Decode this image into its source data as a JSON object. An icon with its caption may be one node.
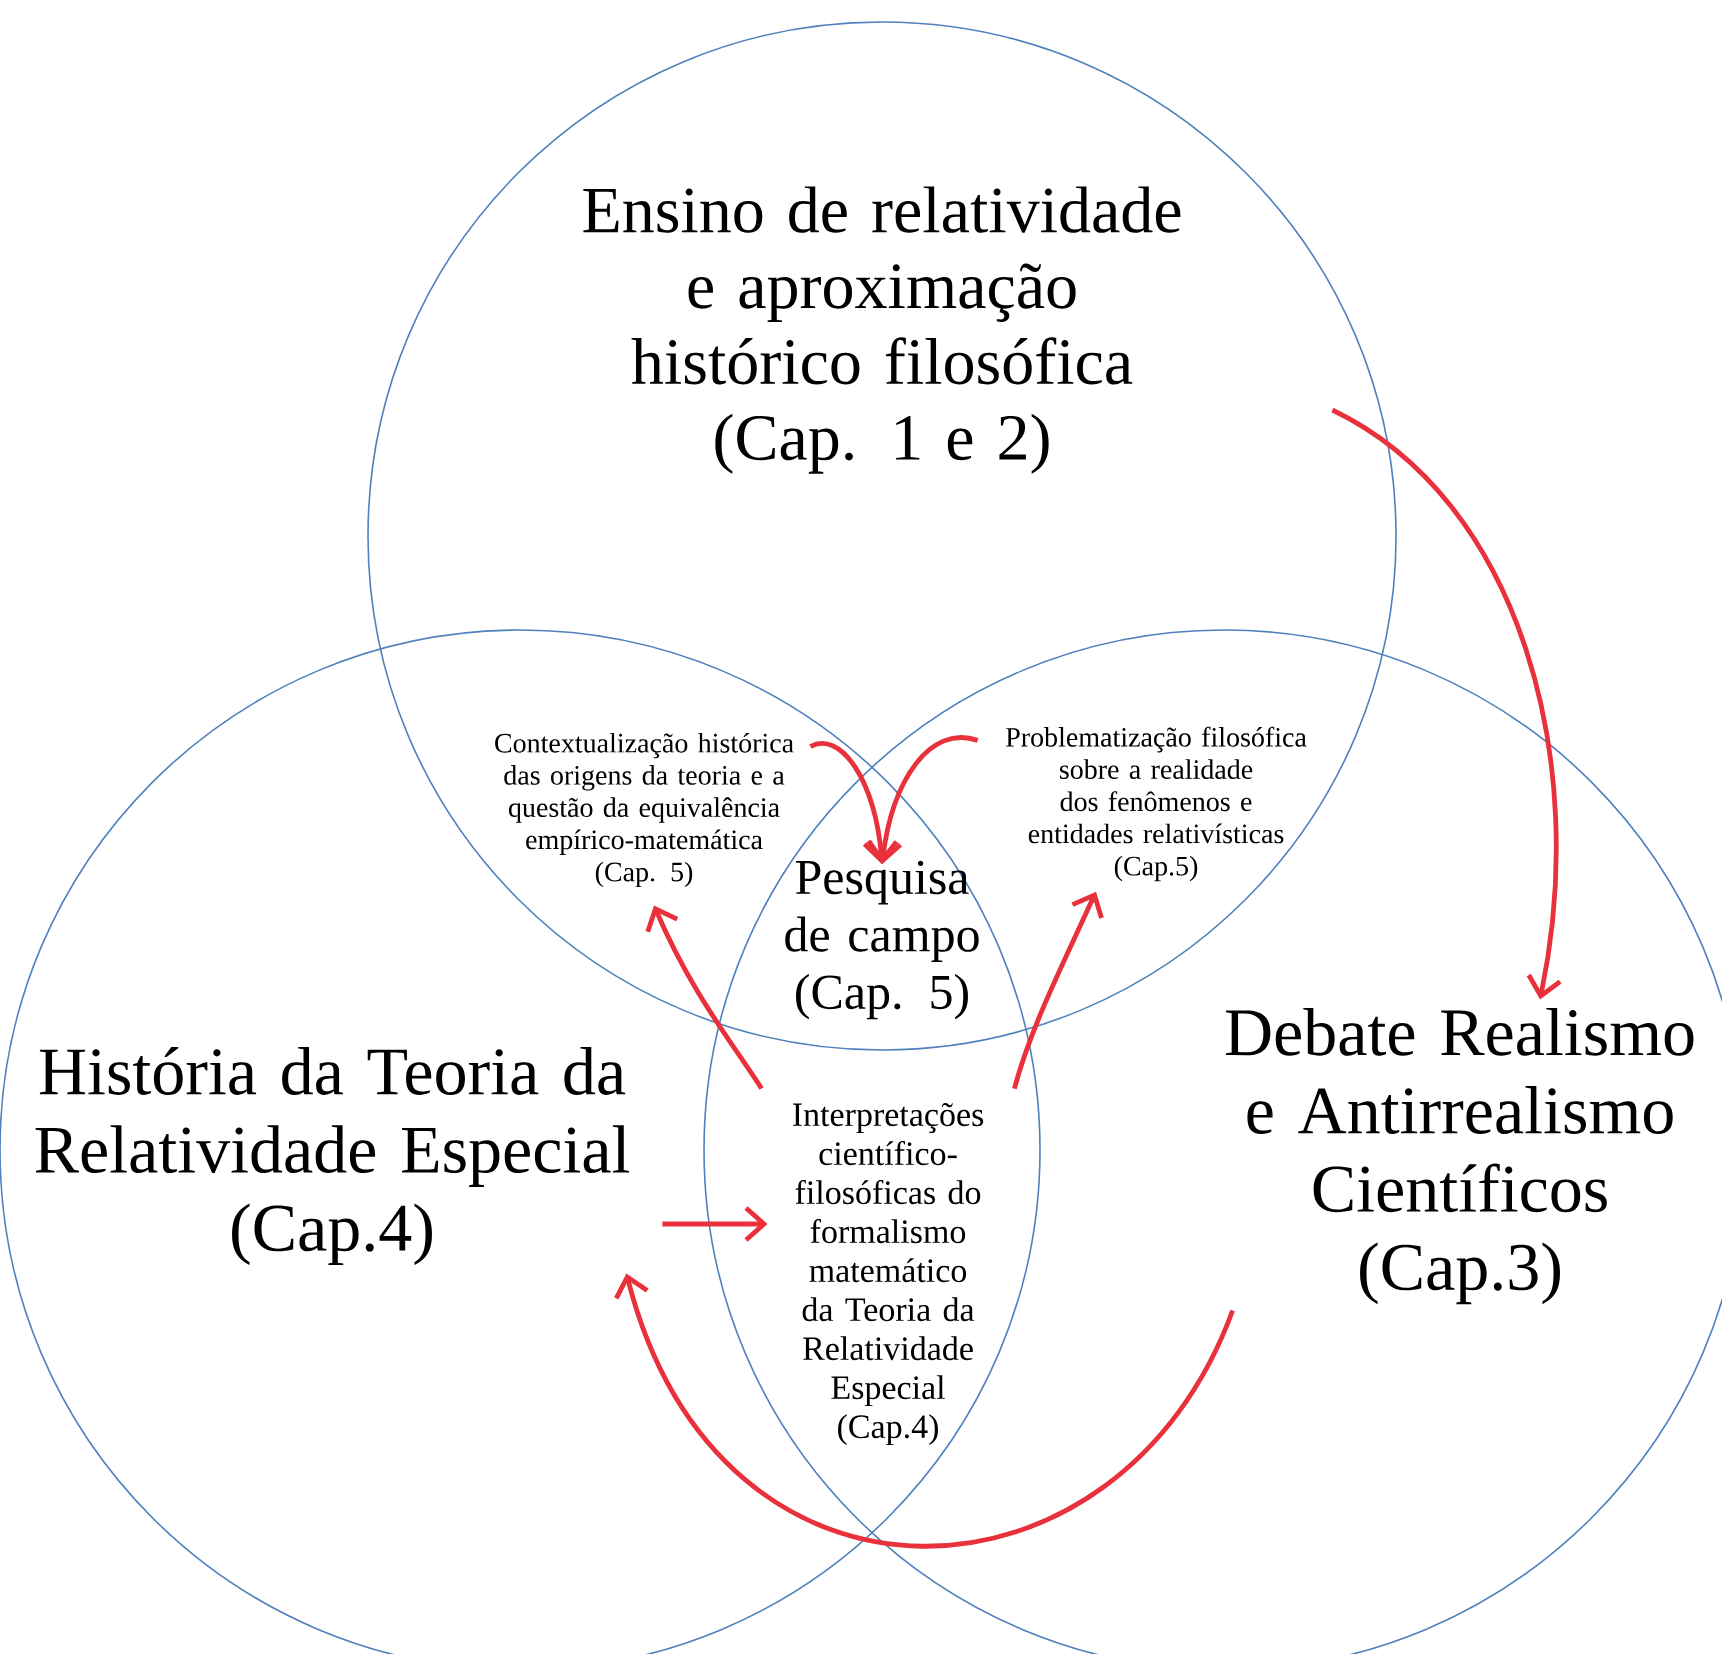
{
  "diagram": {
    "nodes": [
      {
        "text": [
          "Ensino de relatividade e aproximação histórico filosófica",
          "(Cap. 1 e 2)"
        ]
      },
      {
        "text": [
          "História da Teoria da Relatividade Especial",
          "(Cap.4)"
        ]
      },
      {
        "text": [
          "Debate Realismo e Antirrealismo Científicos",
          "(Cap.3)"
        ]
      },
      {
        "text": [
          "Contextualização histórica das origens da teoria e a questão da equivalência empírico-matemática",
          "(Cap. 5)"
        ]
      },
      {
        "text": [
          "Problematização filosófica sobre a realidade dos fenômenos e entidades relativísticas",
          "(Cap.5)"
        ]
      },
      {
        "text": [
          "Pesquisa de campo",
          "(Cap. 5)"
        ]
      },
      {
        "text": [
          "Interpretações científico-filosóficas do formalismo matemático da Teoria da Relatividade Especial",
          "(Cap.4)"
        ]
      }
    ],
    "edges": [
      {
        "from": 0,
        "to": 2,
        "arrow": "to"
      },
      {
        "from": 2,
        "to": 1,
        "arrow": "to"
      },
      {
        "from": 1,
        "to": 6,
        "arrow": "to"
      },
      {
        "from": 6,
        "to": 3,
        "arrow": "to"
      },
      {
        "from": 6,
        "to": 4,
        "arrow": "to"
      },
      {
        "from": 3,
        "to": 5,
        "arrow": "to"
      },
      {
        "from": 4,
        "to": 5,
        "arrow": "to"
      }
    ]
  }
}
